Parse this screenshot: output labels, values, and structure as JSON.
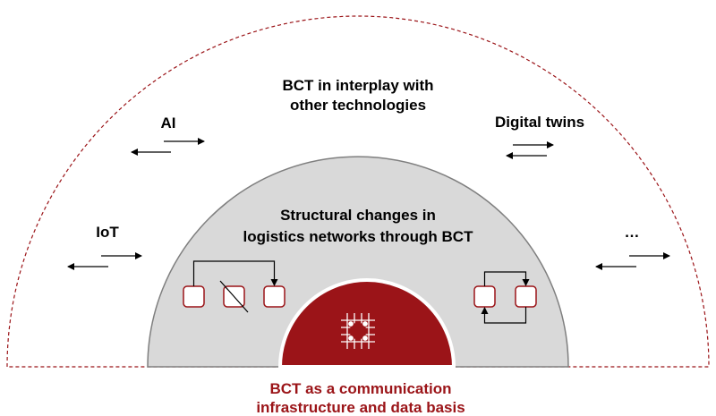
{
  "colors": {
    "accent_red": "#9b1418",
    "inner_gray": "#d9d9d9",
    "outline_gray": "#7f7f7f",
    "text": "#000000",
    "background": "#ffffff"
  },
  "outer": {
    "title_line1": "BCT in interplay with",
    "title_line2": "other technologies",
    "labels": {
      "ai": "AI",
      "digital_twins": "Digital twins",
      "iot": "IoT",
      "more": "…"
    }
  },
  "middle": {
    "title_line1": "Structural changes in",
    "title_line2": "logistics networks through BCT"
  },
  "core": {
    "icon": "circuit-chip-icon",
    "caption_line1": "BCT as a communication",
    "caption_line2": "infrastructure and data basis"
  }
}
